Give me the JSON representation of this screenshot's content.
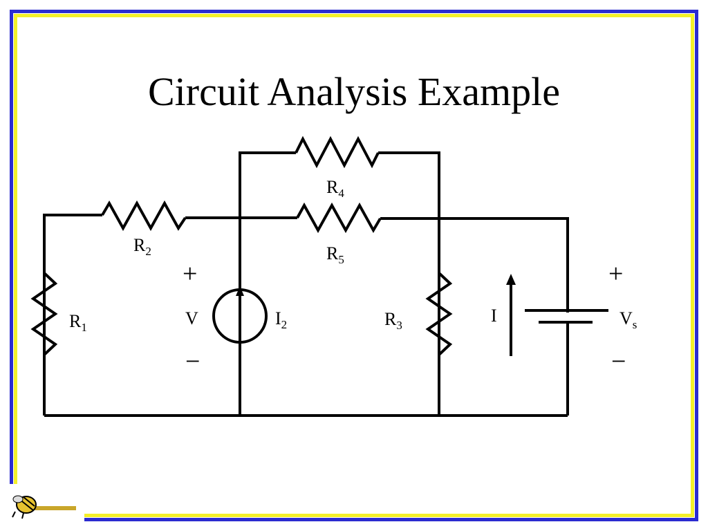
{
  "slide": {
    "title": "Circuit Analysis Example"
  },
  "labels": {
    "r1": {
      "main": "R",
      "sub": "1"
    },
    "r2": {
      "main": "R",
      "sub": "2"
    },
    "r3": {
      "main": "R",
      "sub": "3"
    },
    "r4": {
      "main": "R",
      "sub": "4"
    },
    "r5": {
      "main": "R",
      "sub": "5"
    },
    "v": "V",
    "i2": {
      "main": "I",
      "sub": "2"
    },
    "i": "I",
    "vs": {
      "main": "V",
      "sub": "s"
    },
    "plus": "+",
    "minus": "−"
  },
  "colors": {
    "frame_outer": "#2b2bd0",
    "frame_inner": "#f3ef2a",
    "wire": "#000000"
  },
  "icons": {
    "logo": "bee-logo-icon"
  }
}
